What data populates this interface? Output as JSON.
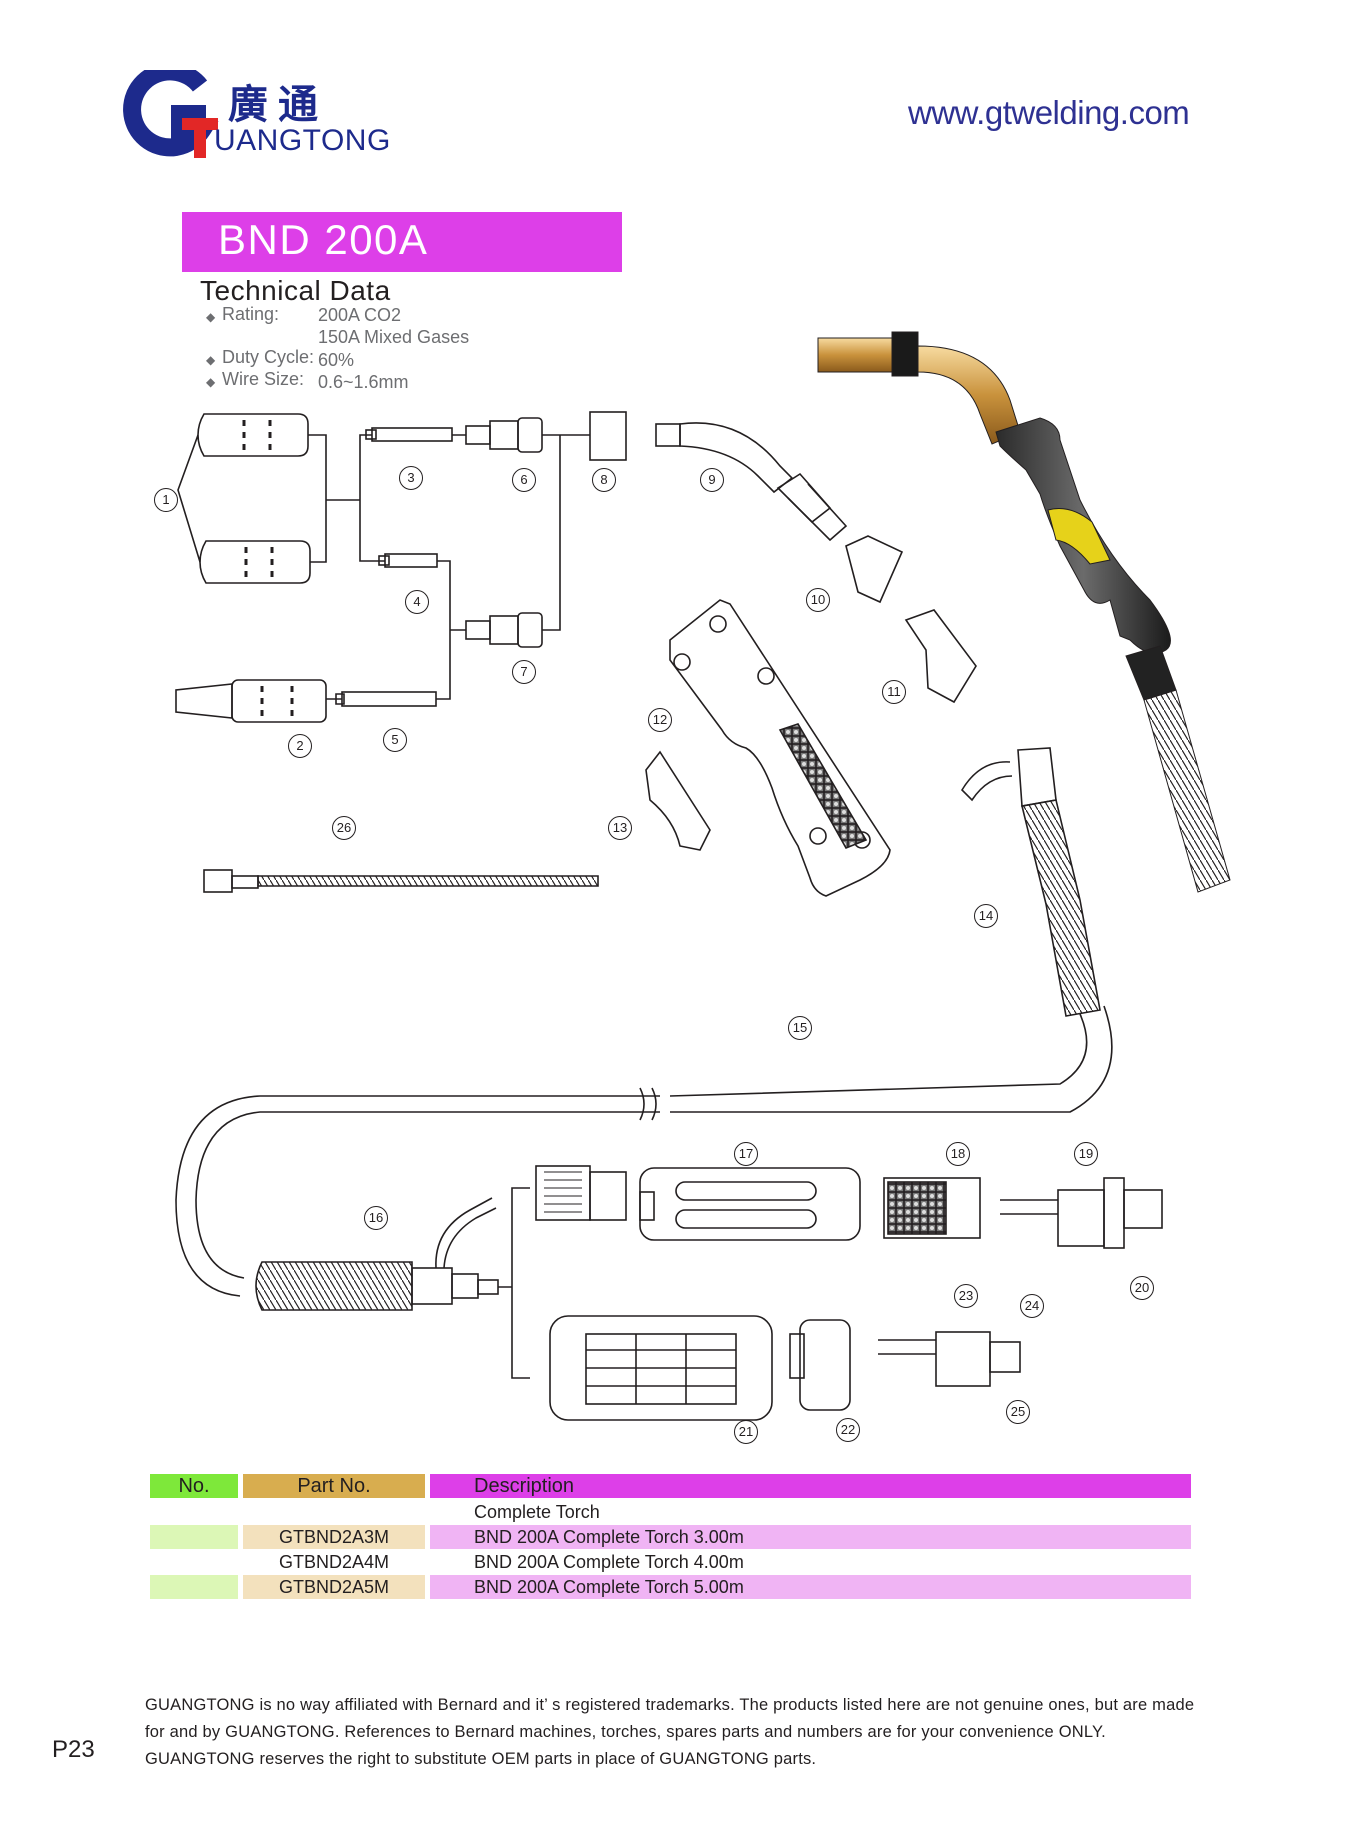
{
  "brand": {
    "logo_letter": "G",
    "chinese_name": "廣通",
    "english_name": "UANGTONG",
    "website": "www.gtwelding.com"
  },
  "model": {
    "title": "BND 200A"
  },
  "technical_data": {
    "heading": "Technical Data",
    "rating_label": "Rating:",
    "rating_value_1": "200A CO2",
    "rating_value_2": "150A Mixed Gases",
    "duty_cycle_label": "Duty Cycle:",
    "duty_cycle_value": "60%",
    "wire_size_label": "Wire Size:",
    "wire_size_value": "0.6~1.6mm"
  },
  "diagram": {
    "callouts": [
      "1",
      "2",
      "3",
      "4",
      "5",
      "6",
      "7",
      "8",
      "9",
      "10",
      "11",
      "12",
      "13",
      "14",
      "15",
      "16",
      "17",
      "18",
      "19",
      "20",
      "21",
      "22",
      "23",
      "24",
      "25",
      "26"
    ]
  },
  "table": {
    "headers": {
      "no": "No.",
      "part_no": "Part No.",
      "description": "Description"
    },
    "rows": [
      {
        "no": "",
        "part_no": "",
        "description": "Complete Torch"
      },
      {
        "no": "",
        "part_no": "GTBND2A3M",
        "description": "BND 200A Complete Torch 3.00m"
      },
      {
        "no": "",
        "part_no": "GTBND2A4M",
        "description": "BND 200A Complete Torch 4.00m"
      },
      {
        "no": "",
        "part_no": "GTBND2A5M",
        "description": "BND 200A Complete Torch 5.00m"
      }
    ],
    "colors": {
      "no_header": "#7ee83a",
      "part_header": "#d8ad4f",
      "desc_header": "#dd3fe8",
      "no_light": "#dcf7b6",
      "part_light": "#f3e1bd",
      "desc_light": "#f0b4f4"
    }
  },
  "footer": {
    "disclaimer": "GUANGTONG is no way affiliated with Bernard and it’ s registered trademarks. The products listed here are not genuine ones, but are made for and by GUANGTONG. References to Bernard machines, torches, spares parts and numbers are for your convenience ONLY. GUANGTONG reserves the right to substitute OEM parts in place of GUANGTONG parts.",
    "page_number": "P23"
  }
}
